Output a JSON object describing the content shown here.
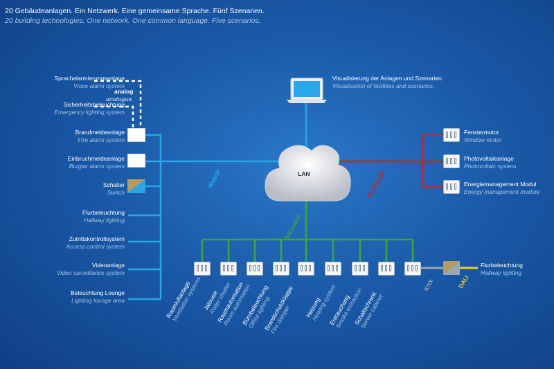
{
  "header": {
    "title": "20 Gebäudeanlagen. Ein Netzwerk. Eine gemeinsame Sprache. Fünf Szenarien.",
    "subtitle": "20 building technologies. One network. One common language. Five scenarios."
  },
  "cloud": {
    "label": "LAN"
  },
  "visualisation": {
    "de": "Visualisierung der Anlagen und Szenarien.",
    "en": "Visualisation of facilities and scenarios."
  },
  "analog": {
    "de": "analog",
    "en": "analogue"
  },
  "left_items": [
    {
      "de": "Sprachalarmierungsanlage",
      "en": "Voice alarm system"
    },
    {
      "de": "Sicherheitsbeleuchtung",
      "en": "Emergency lighting system"
    },
    {
      "de": "Brandmeldeanlage",
      "en": "Fire alarm system"
    },
    {
      "de": "Einbruchmeldeanlage",
      "en": "Burglar alarm system"
    },
    {
      "de": "Schalter",
      "en": "Switch"
    },
    {
      "de": "Flurbeleuchtung",
      "en": "Hallway lighting"
    },
    {
      "de": "Zutrittskontrollsystem",
      "en": "Access control system"
    },
    {
      "de": "Videoanlage",
      "en": "Video surveillance system"
    },
    {
      "de": "Beleuchtung Lounge",
      "en": "Lighting lounge area"
    }
  ],
  "right_items": [
    {
      "de": "Fenstermotor",
      "en": "Window motor"
    },
    {
      "de": "Photovoltaikanlage",
      "en": "Photovoltaic system"
    },
    {
      "de": "Energiemanagement Modul",
      "en": "Energy management module"
    }
  ],
  "bottom_items": [
    {
      "de": "Raumluftanlage",
      "en": "Ventilation systems"
    },
    {
      "de": "Jalousie",
      "en": "Roller shutter"
    },
    {
      "de": "Raumautomation",
      "en": "Room automation"
    },
    {
      "de": "Bürobeleuchtung",
      "en": "Office lighting"
    },
    {
      "de": "Brandschutzklappe",
      "en": "Fire damper"
    },
    {
      "de": "Heizung",
      "en": "Heating system"
    },
    {
      "de": "Entrauchung",
      "en": "Smoke extraction"
    },
    {
      "de": "Schaltschrank",
      "en": "Server cabinet"
    }
  ],
  "flur_right": {
    "de": "Flurbeleuchtung",
    "en": "Hallway lighting"
  },
  "protocols": {
    "web": "Web/IP",
    "modbus": "Modbus/IP",
    "bacnet": "BACnet/IP",
    "knx": "KNX",
    "dali": "DALI"
  },
  "colors": {
    "web": "#27a6e8",
    "modbus": "#c4252c",
    "bacnet": "#3aa83a",
    "knx": "#9aa3ad",
    "dali": "#f2d21b"
  }
}
